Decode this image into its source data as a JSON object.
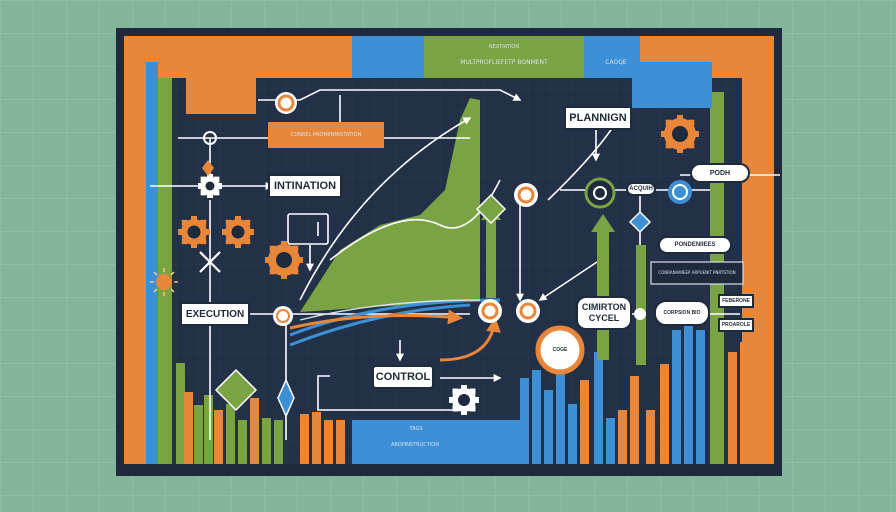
{
  "labels": {
    "planning": "PLANNIGN",
    "initiation": "INTINATION",
    "execution": "EXECUTION",
    "control": "CONTROL",
    "cycle_line1": "CIMIRTON",
    "cycle_line2": "CYCEL",
    "acquih": "ACQUIH",
    "podh": "PODH",
    "pondeniiees": "PONDENIIEES",
    "coge": "COGE",
    "tags": "TAGS",
    "abopinstruction": "ABOPINSTRUCTION",
    "nextiation": "NEXTIATION",
    "header_process": "MULTPROFLIEFETP BONMENT",
    "header_caoqe": "CAOQE",
    "box_conrel": "CONREL PROMPNMISTATION",
    "box_right_dark": "CONRANAMIEEP ARPUENIT PNRTSTION",
    "box_corpsion": "CORPSION BIO",
    "box_feberone": "FEBERONE",
    "box_proarole": "PROAROLE"
  },
  "colors": {
    "navy": "#1f2a3c",
    "orange": "#e8863a",
    "green": "#7aa344",
    "blue": "#3d8fd6",
    "mint": "#84b59a",
    "white": "#ffffff"
  },
  "icons": [
    "gear-icon",
    "diamond-icon",
    "node-ring-icon",
    "sun-burst-icon",
    "cross-icon",
    "monitor-icon"
  ]
}
